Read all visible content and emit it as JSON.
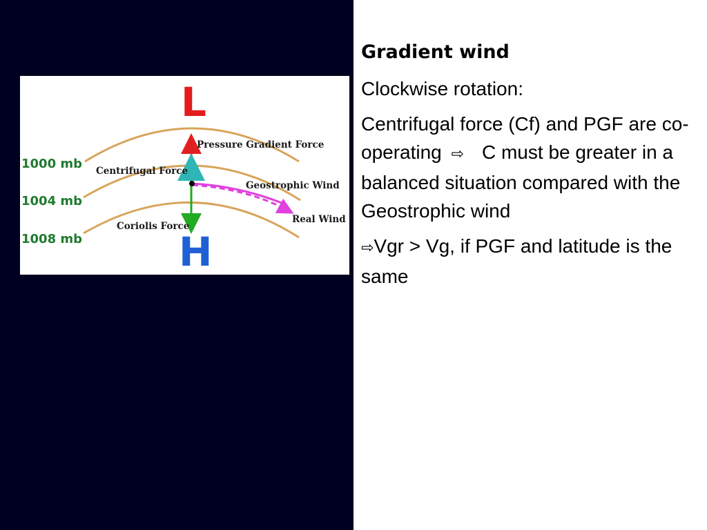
{
  "slide": {
    "heading": "Gradient wind",
    "line1": "Clockwise rotation:",
    "para2": {
      "part1": "Centrifugal force (Cf) and PGF are co-operating",
      "part2": "C must be greater in a balanced situation compared with the Geostrophic wind"
    },
    "para3": {
      "text": "Vgr > Vg, if PGF and latitude is the same"
    },
    "arrow_icon": "right-arrow-outline-icon",
    "arrow_glyph": "⇨"
  },
  "diagram": {
    "low_label": "L",
    "high_label": "H",
    "isobars": [
      "1000 mb",
      "1004 mb",
      "1008 mb"
    ],
    "forces": {
      "pgf": "Pressure Gradient Force",
      "centrifugal": "Centrifugal Force",
      "geostrophic": "Geostrophic Wind",
      "real": "Real Wind",
      "coriolis": "Coriolis Force"
    },
    "colors": {
      "low": "#e31c1c",
      "high": "#1e5fd6",
      "isobar_line": "#d7a45a",
      "isobar_label": "#1f7a2e",
      "pgf_arrow": "#e02020",
      "centrifugal_arrow": "#2fb5b5",
      "coriolis_arrow": "#22aa22",
      "wind_arrow": "#e040e0"
    }
  }
}
